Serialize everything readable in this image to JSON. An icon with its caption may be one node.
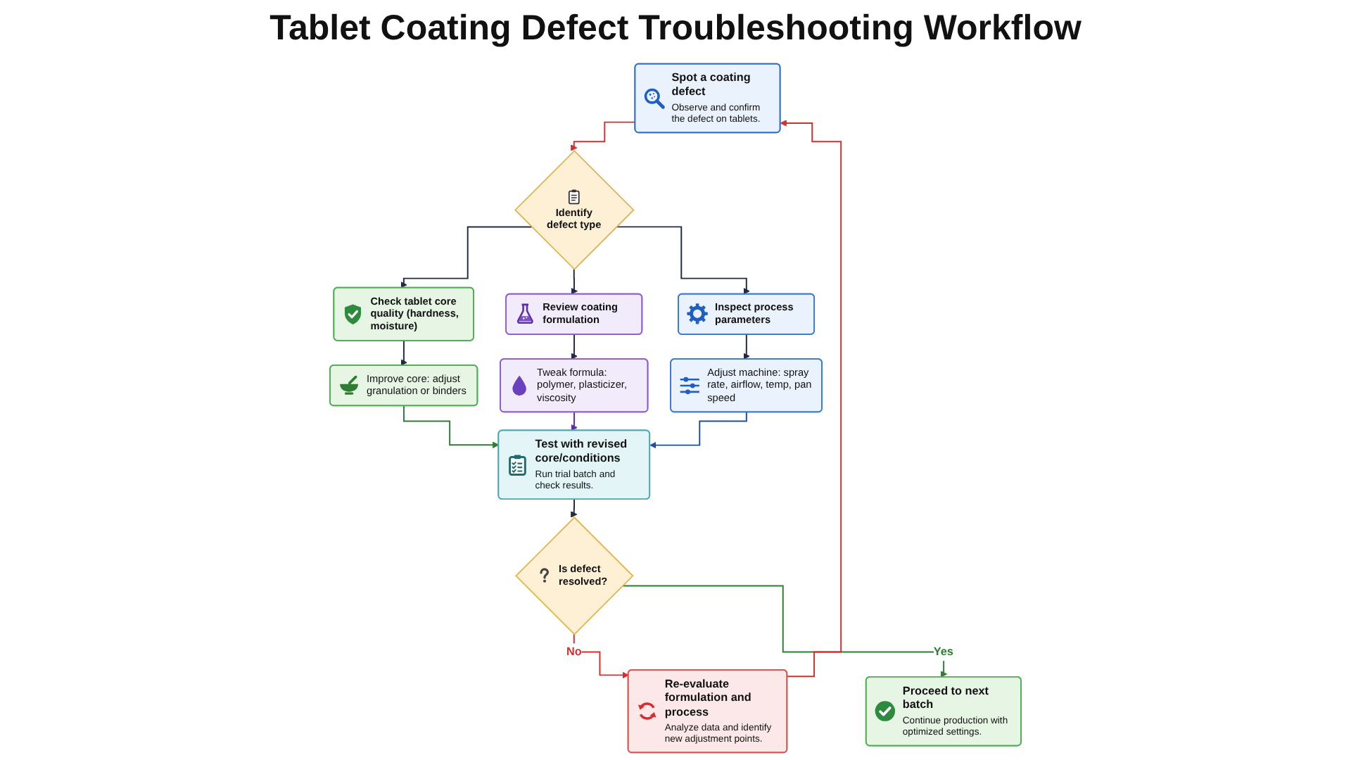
{
  "diagram": {
    "title": "Tablet Coating Defect Troubleshooting Workflow",
    "nodes": [
      {
        "text": [
          "Spot a coating defect",
          "Observe and confirm the defect on tablets."
        ]
      },
      {
        "text": [
          "Identify defect type"
        ]
      },
      {
        "text": [
          "Check tablet core quality (hardness, moisture)"
        ]
      },
      {
        "text": [
          "Review coating formulation"
        ]
      },
      {
        "text": [
          "Inspect process parameters"
        ]
      },
      {
        "text": [
          "Improve core: adjust granulation or binders"
        ]
      },
      {
        "text": [
          "Tweak formula: polymer, plasticizer, viscosity"
        ]
      },
      {
        "text": [
          "Adjust machine: spray rate, airflow, temp, pan speed"
        ]
      },
      {
        "text": [
          "Test with revised core/conditions",
          "Run trial batch and check results."
        ]
      },
      {
        "text": [
          "Is defect resolved?"
        ]
      },
      {
        "text": [
          "Re-evaluate formulation and process",
          "Analyze data and identify new adjustment points."
        ]
      },
      {
        "text": [
          "Proceed to next batch",
          "Continue production with optimized settings."
        ]
      }
    ],
    "edges": [
      {
        "from": 0,
        "to": 1,
        "arrow": "to",
        "color": "#d32f2f"
      },
      {
        "from": 1,
        "to": 2,
        "arrow": "to"
      },
      {
        "from": 1,
        "to": 3,
        "arrow": "to"
      },
      {
        "from": 1,
        "to": 4,
        "arrow": "to"
      },
      {
        "from": 2,
        "to": 5,
        "arrow": "to"
      },
      {
        "from": 3,
        "to": 6,
        "arrow": "to"
      },
      {
        "from": 4,
        "to": 7,
        "arrow": "to"
      },
      {
        "from": 5,
        "to": 8,
        "arrow": "to",
        "color": "#2e7d32"
      },
      {
        "from": 6,
        "to": 8,
        "arrow": "to",
        "color": "#5b2ea6"
      },
      {
        "from": 7,
        "to": 8,
        "arrow": "to",
        "color": "#1f4e9c"
      },
      {
        "from": 8,
        "to": 9,
        "arrow": "to"
      },
      {
        "from": 9,
        "to": 10,
        "arrow": "to",
        "label": "No",
        "color": "#d32f2f"
      },
      {
        "from": 9,
        "to": 11,
        "arrow": "to",
        "label": "Yes",
        "color": "#2e7d32"
      },
      {
        "from": 10,
        "to": 0,
        "arrow": "to",
        "color": "#d32f2f"
      }
    ]
  }
}
